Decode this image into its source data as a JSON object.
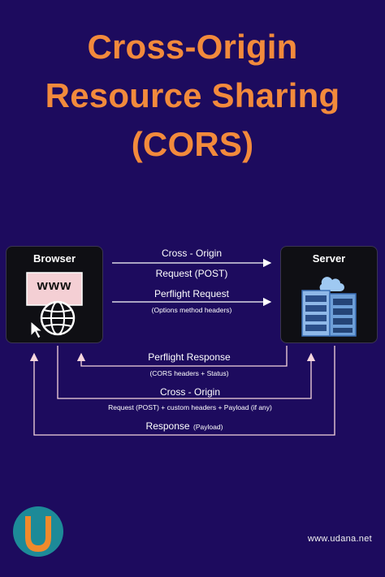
{
  "title": {
    "line1": "Cross-Origin",
    "line2": "Resource Sharing",
    "line3": "(CORS)"
  },
  "browser": {
    "label": "Browser",
    "screen_text": "www"
  },
  "server": {
    "label": "Server"
  },
  "flows": {
    "cross_origin_request": {
      "line1": "Cross - Origin",
      "line2": "Request (POST)"
    },
    "preflight_request": {
      "main": "Perflight Request",
      "sub": "(Options method headers)"
    },
    "preflight_response": {
      "main": "Perflight Response",
      "sub": "(CORS headers + Status)"
    },
    "cross_origin_post": {
      "main": "Cross - Origin",
      "sub": "Request (POST) + custom headers + Payload (if any)"
    },
    "response": {
      "main": "Response",
      "sub": "(Payload)"
    }
  },
  "footer": {
    "url": "www.udana.net"
  },
  "colors": {
    "background": "#1d0b5e",
    "title": "#f28a3c",
    "arrow_light": "#ffffff",
    "arrow_pink": "#f6d6dd",
    "logo_teal": "#1d8a98",
    "logo_orange": "#f08a2c"
  }
}
